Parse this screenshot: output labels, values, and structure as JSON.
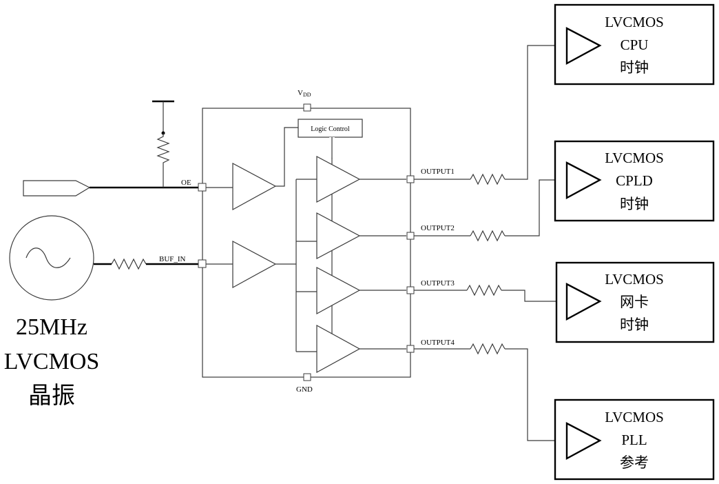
{
  "chip": {
    "vdd": "VDD",
    "gnd": "GND",
    "logic_control": "Logic Control",
    "oe": "OE",
    "buf_in": "BUF_IN",
    "outputs": [
      "OUTPUT1",
      "OUTPUT2",
      "OUTPUT3",
      "OUTPUT4"
    ]
  },
  "crystal": {
    "line1": "25MHz",
    "line2": "LVCMOS",
    "line3": "晶振"
  },
  "loads": [
    {
      "line1": "LVCMOS",
      "line2": "CPU",
      "line3": "时钟"
    },
    {
      "line1": "LVCMOS",
      "line2": "CPLD",
      "line3": "时钟"
    },
    {
      "line1": "LVCMOS",
      "line2": "网卡",
      "line3": "时钟"
    },
    {
      "line1": "LVCMOS",
      "line2": "PLL",
      "line3": "参考"
    }
  ]
}
